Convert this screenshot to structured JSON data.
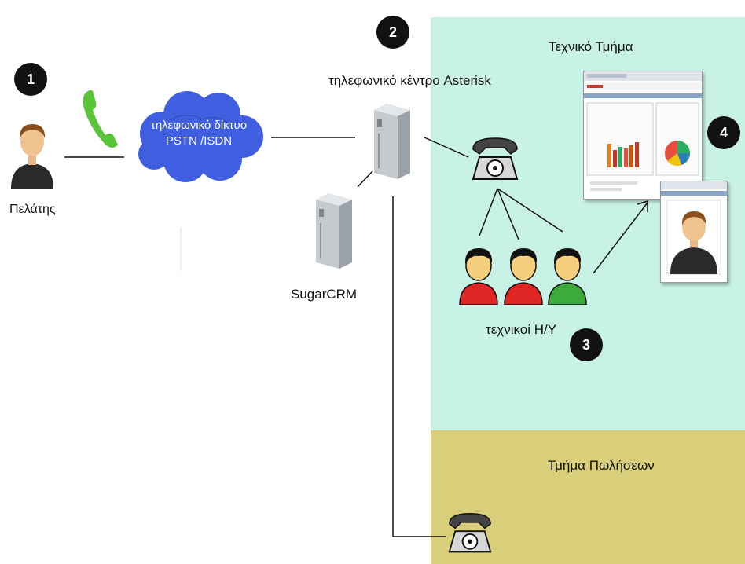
{
  "zones": {
    "tech": {
      "label": "Τεχνικό Τμήμα"
    },
    "sales": {
      "label": "Τμήμα Πωλήσεων"
    }
  },
  "customer": {
    "label": "Πελάτης"
  },
  "network": {
    "line1": "τηλεφωνικό δίκτυο",
    "line2": "PSTN /ISDN"
  },
  "pbx": {
    "label": "τηλεφωνικό κέντρο Asterisk"
  },
  "crm": {
    "label": "SugarCRM"
  },
  "technicians": {
    "label": "τεχνικοί Η/Υ"
  },
  "badges": {
    "b1": "1",
    "b2": "2",
    "b3": "3",
    "b4": "4"
  },
  "colors": {
    "tech_zone": "#c9f2e6",
    "sales_zone": "#d9cf7a",
    "cloud": "#3f5fe0",
    "phone_icon": "#5ac43a"
  }
}
